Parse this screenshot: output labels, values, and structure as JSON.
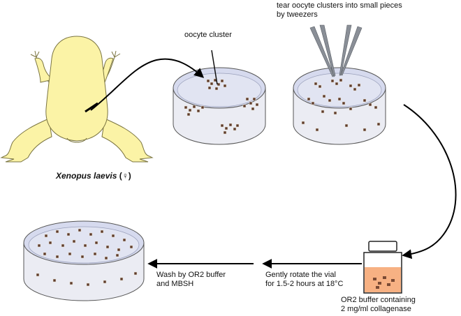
{
  "labels": {
    "frog_species": "Xenopus laevis",
    "frog_sex": "(♀)",
    "oocyte_cluster": "oocyte cluster",
    "tear_line1": "tear oocyte clusters into small pieces",
    "tear_line2": "by tweezers",
    "vial_line1": "OR2 buffer containing",
    "vial_line2": "2 mg/ml collagenase",
    "rotate_line1": "Gently rotate the vial",
    "rotate_line2": "for 1.5-2 hours at 18°C",
    "wash_line1": "Wash by OR2 buffer",
    "wash_line2": "and MBSH"
  },
  "icons": [
    "frog-icon",
    "petri-dish-icon",
    "tweezers-icon",
    "vial-icon",
    "arrow-icon"
  ],
  "colors": {
    "frog_fill": "#fbf3a6",
    "frog_stroke": "#7a7440",
    "dish_fill": "#ebecf3",
    "dish_medium": "#d6daee",
    "oocyte_dark": "#5e3b2a",
    "oocyte_light": "#e9e3d8",
    "vial_liquid": "#f7b183",
    "tweezers": "#8a8f97"
  }
}
